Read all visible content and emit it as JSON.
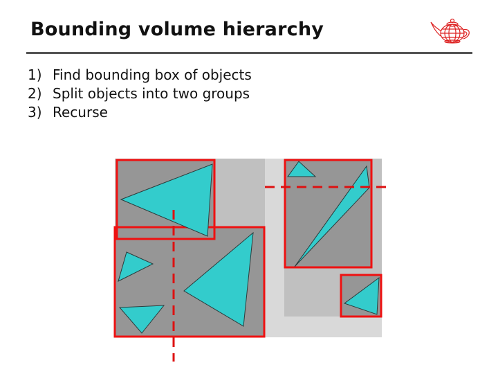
{
  "slide": {
    "title": "Bounding volume hierarchy",
    "logo_icon": "red-wireframe-teapot-icon"
  },
  "steps": [
    {
      "number": "1)",
      "text": "Find bounding box of objects"
    },
    {
      "number": "2)",
      "text": "Split objects into two groups"
    },
    {
      "number": "3)",
      "text": "Recurse"
    }
  ],
  "figure": {
    "colors": {
      "outer_box": "#d9d9d9",
      "mid_box": "#c0c0c0",
      "inner_box": "#969696",
      "bounding_outline": "#ee1111",
      "split_line": "#dd1111",
      "object_fill": "#33cccc"
    }
  }
}
